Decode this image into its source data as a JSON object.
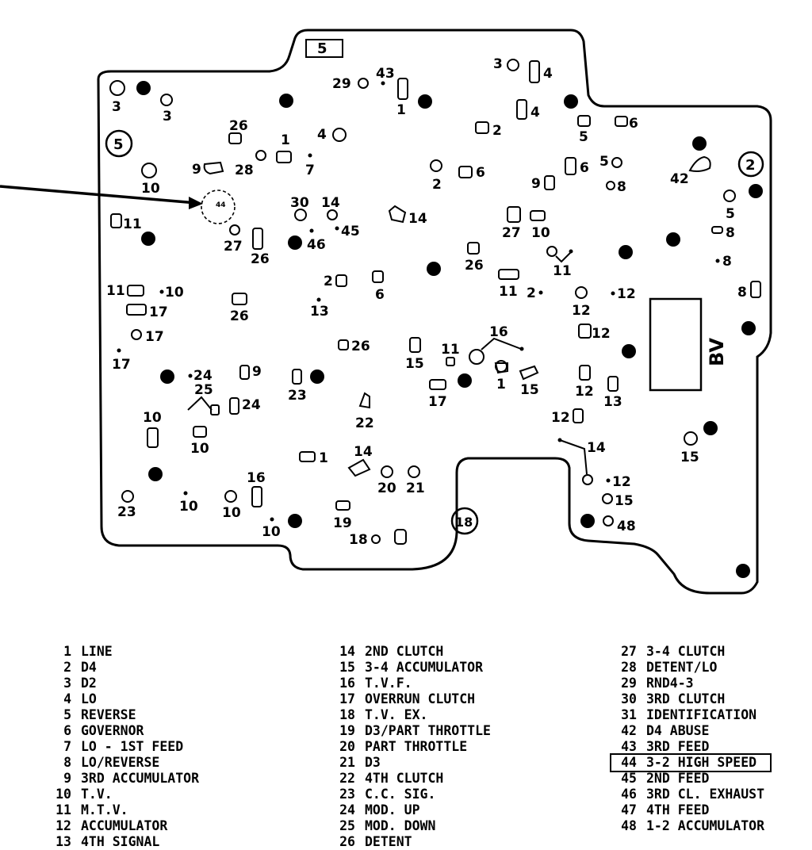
{
  "plate": {
    "box_label": "5",
    "bv_label": "BV",
    "circled": [
      "5",
      "2",
      "18"
    ],
    "small_44": "44",
    "labels": {
      "l1": "43",
      "l2": "29",
      "l3": "1",
      "l4": "3",
      "l5": "4",
      "l6": "4",
      "l7": "3",
      "l8": "3",
      "l9": "26",
      "l10": "1",
      "l11": "4",
      "l12": "2",
      "l13": "6",
      "l14": "5",
      "l15": "9",
      "l16": "28",
      "l17": "7",
      "l18": "10",
      "l19": "2",
      "l20": "6",
      "l21": "9",
      "l22": "6",
      "l23": "5",
      "l24": "8",
      "l25": "42",
      "l26": "30",
      "l27": "14",
      "l28": "14",
      "l29": "27",
      "l30": "10",
      "l31": "5",
      "l32": "8",
      "l33": "11",
      "l34": "27",
      "l35": "26",
      "l36": "46",
      "l37": "45",
      "l38": "26",
      "l39": "11",
      "l40": "8",
      "l41": "11",
      "l42": "10",
      "l43": "2",
      "l44": "6",
      "l45": "11",
      "l46": "2",
      "l47": "12",
      "l48": "12",
      "l49": "8",
      "l50": "17",
      "l51": "26",
      "l52": "13",
      "l53": "12",
      "l54": "17",
      "l55": "26",
      "l56": "16",
      "l57": "11",
      "l58": "15",
      "l59": "17",
      "l60": "24",
      "l61": "9",
      "l62": "25",
      "l63": "23",
      "l64": "1",
      "l65": "15",
      "l66": "12",
      "l67": "13",
      "l68": "17",
      "l69": "24",
      "l70": "22",
      "l71": "10",
      "l72": "12",
      "l73": "10",
      "l74": "14",
      "l75": "1",
      "l76": "14",
      "l77": "15",
      "l78": "16",
      "l79": "20",
      "l80": "21",
      "l81": "12",
      "l82": "23",
      "l83": "10",
      "l84": "10",
      "l85": "15",
      "l86": "19",
      "l87": "10",
      "l88": "48",
      "l89": "18"
    }
  },
  "legend": {
    "col1": [
      {
        "num": "1",
        "text": "LINE"
      },
      {
        "num": "2",
        "text": "D4"
      },
      {
        "num": "3",
        "text": "D2"
      },
      {
        "num": "4",
        "text": "LO"
      },
      {
        "num": "5",
        "text": "REVERSE"
      },
      {
        "num": "6",
        "text": "GOVERNOR"
      },
      {
        "num": "7",
        "text": "LO - 1ST FEED"
      },
      {
        "num": "8",
        "text": "LO/REVERSE"
      },
      {
        "num": "9",
        "text": "3RD ACCUMULATOR"
      },
      {
        "num": "10",
        "text": "T.V."
      },
      {
        "num": "11",
        "text": "M.T.V."
      },
      {
        "num": "12",
        "text": "ACCUMULATOR"
      },
      {
        "num": "13",
        "text": "4TH SIGNAL"
      }
    ],
    "col2": [
      {
        "num": "14",
        "text": "2ND CLUTCH"
      },
      {
        "num": "15",
        "text": "3-4 ACCUMULATOR"
      },
      {
        "num": "16",
        "text": "T.V.F."
      },
      {
        "num": "17",
        "text": "OVERRUN CLUTCH"
      },
      {
        "num": "18",
        "text": "T.V. EX."
      },
      {
        "num": "19",
        "text": "D3/PART THROTTLE"
      },
      {
        "num": "20",
        "text": "PART THROTTLE"
      },
      {
        "num": "21",
        "text": "D3"
      },
      {
        "num": "22",
        "text": "4TH CLUTCH"
      },
      {
        "num": "23",
        "text": "C.C. SIG."
      },
      {
        "num": "24",
        "text": "MOD. UP"
      },
      {
        "num": "25",
        "text": "MOD. DOWN"
      },
      {
        "num": "26",
        "text": "DETENT"
      }
    ],
    "col3": [
      {
        "num": "27",
        "text": "3-4 CLUTCH"
      },
      {
        "num": "28",
        "text": "DETENT/LO"
      },
      {
        "num": "29",
        "text": "RND4-3"
      },
      {
        "num": "30",
        "text": "3RD CLUTCH"
      },
      {
        "num": "31",
        "text": "IDENTIFICATION"
      },
      {
        "num": "42",
        "text": "D4 ABUSE"
      },
      {
        "num": "43",
        "text": "3RD FEED"
      },
      {
        "num": "44",
        "text": "3-2 HIGH SPEED"
      },
      {
        "num": "45",
        "text": "2ND FEED"
      },
      {
        "num": "46",
        "text": "3RD CL. EXHAUST"
      },
      {
        "num": "47",
        "text": "4TH FEED"
      },
      {
        "num": "48",
        "text": "1-2 ACCUMULATOR"
      }
    ]
  }
}
